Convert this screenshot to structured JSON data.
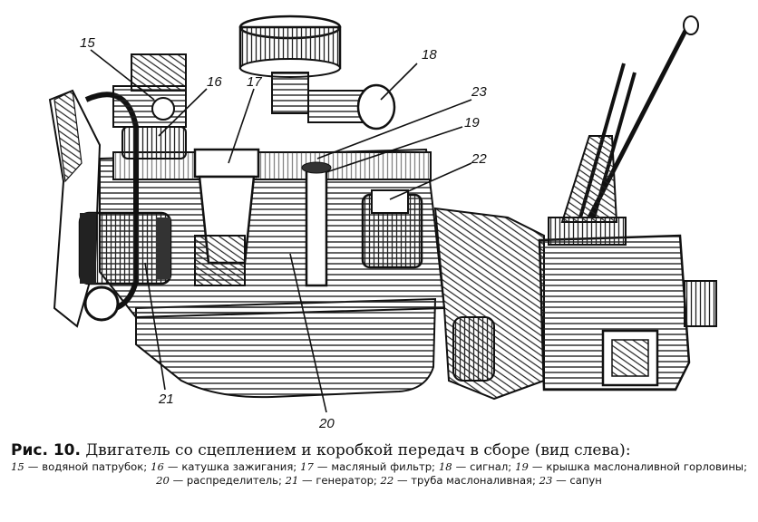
{
  "callouts": {
    "c15": "15",
    "c16": "16",
    "c17": "17",
    "c18": "18",
    "c19": "19",
    "c20": "20",
    "c21": "21",
    "c22": "22",
    "c23": "23"
  },
  "caption": {
    "fig_label": "Рис. 10.",
    "title": "Двигатель со сцеплением и коробкой передач в сборе (вид слева):",
    "legend": [
      {
        "num": "15",
        "text": "— водяной патрубок;"
      },
      {
        "num": "16",
        "text": "— катушка зажигания;"
      },
      {
        "num": "17",
        "text": "— масляный фильтр;"
      },
      {
        "num": "18",
        "text": "— сигнал;"
      },
      {
        "num": "19",
        "text": "— крышка маслоналивной горловины;"
      },
      {
        "num": "20",
        "text": "— распределитель;"
      },
      {
        "num": "21",
        "text": "— генератор;"
      },
      {
        "num": "22",
        "text": "— труба маслоналивная;"
      },
      {
        "num": "23",
        "text": "— сапун"
      }
    ]
  }
}
